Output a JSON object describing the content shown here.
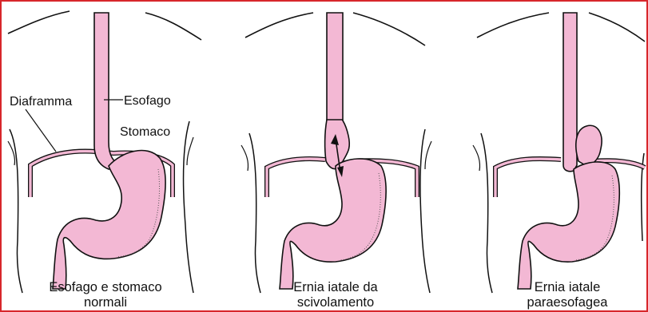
{
  "colors": {
    "border": "#d7262b",
    "tissue": "#f3b8d4",
    "tissue_light": "#f7cfe2",
    "outline": "#111111",
    "background": "#ffffff"
  },
  "panels": [
    {
      "labels": {
        "diaphragm": "Diaframma",
        "esophagus": "Esofago",
        "stomach": "Stomaco"
      },
      "caption": {
        "line1": "Esofago e stomaco",
        "line2": "normali"
      }
    },
    {
      "caption": {
        "line1": "Ernia iatale da",
        "line2": "scivolamento"
      }
    },
    {
      "caption": {
        "line1": "Ernia iatale",
        "line2": "paraesofagea"
      }
    }
  ]
}
